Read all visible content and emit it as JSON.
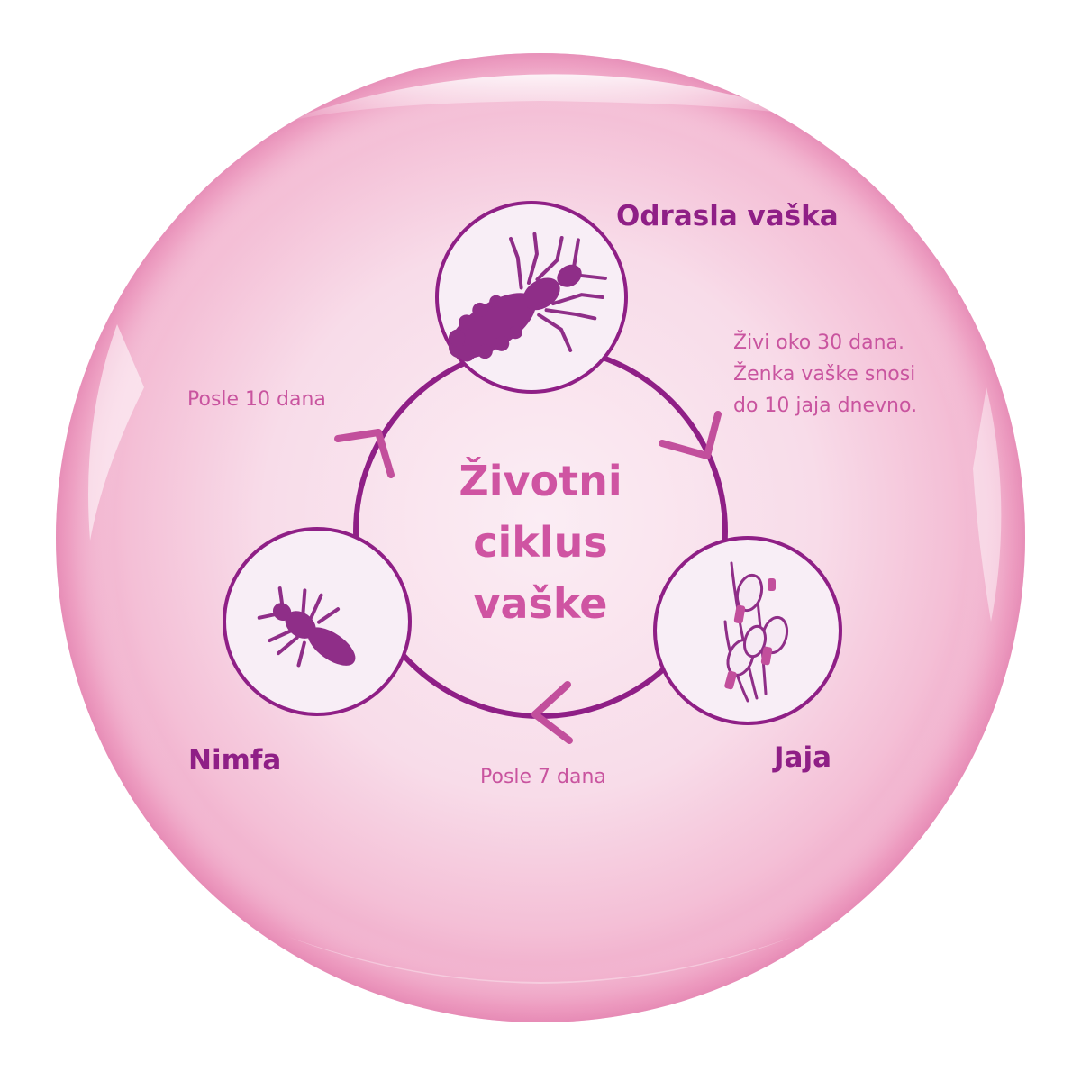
{
  "center_title": [
    "Životni",
    "ciklus",
    "vaške"
  ],
  "stages": {
    "adult": {
      "label": "Odrasla vaška",
      "icon": "adult-louse-icon"
    },
    "eggs": {
      "label": "Jaja",
      "icon": "louse-eggs-on-hair-icon"
    },
    "nymph": {
      "label": "Nimfa",
      "icon": "nymph-louse-icon"
    }
  },
  "transitions": {
    "adult_to_eggs": [
      "Živi oko 30 dana.",
      "Ženka vaške snosi",
      "do 10 jaja dnevno."
    ],
    "eggs_to_nymph": "Posle 7 dana",
    "nymph_to_adult": "Posle 10 dana"
  },
  "colors": {
    "dark_purple": "#8f1f86",
    "pink_text": "#c9549f",
    "arrow_pink": "#c24f9c",
    "bubble_light": "#fbe9f2",
    "bubble_edge": "#f2a9cb",
    "node_fill": "#f8eef6"
  }
}
